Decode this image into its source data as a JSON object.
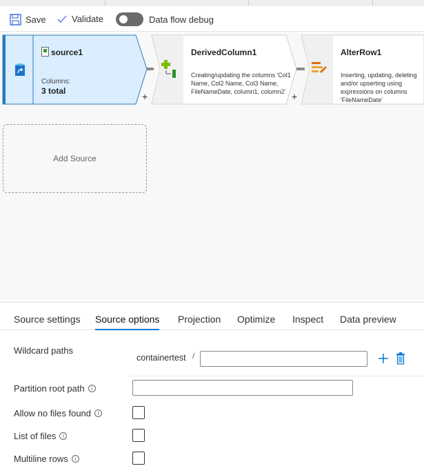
{
  "toolbar": {
    "save": "Save",
    "validate": "Validate",
    "debug": "Data flow debug",
    "debug_on": false
  },
  "nodes": [
    {
      "title": "source1",
      "columns_label": "Columns:",
      "columns_value": "3 total",
      "icon": "csv-file-icon",
      "type_icon": "blob-storage-icon"
    },
    {
      "title": "DerivedColumn1",
      "desc": "Creating/updating the columns 'Col1 Name, Col2 Name, Col3 Name, FileNameDate, column1, column2'",
      "icon": "derived-column-icon"
    },
    {
      "title": "AlterRow1",
      "desc": "Inserting, updating, deleting and/or upserting using expressions on columns 'FileNameDate'",
      "icon": "alter-row-icon"
    }
  ],
  "add_source": "Add Source",
  "plus": "+",
  "tabs": [
    "Source settings",
    "Source options",
    "Projection",
    "Optimize",
    "Inspect",
    "Data preview"
  ],
  "active_tab": "Source options",
  "options": {
    "wildcard_label": "Wildcard paths",
    "container": "containertest",
    "slash": "/",
    "wildcard_value": "",
    "partition_label": "Partition root path",
    "partition_value": "",
    "allow_no_files": "Allow no files found",
    "list_of_files": "List of files",
    "multiline": "Multiline rows",
    "allow_no_files_checked": false,
    "list_of_files_checked": false,
    "multiline_checked": false
  },
  "colors": {
    "accent": "#0078d4",
    "source_bg": "#dbeeff",
    "source_border": "#2b7bb9"
  }
}
